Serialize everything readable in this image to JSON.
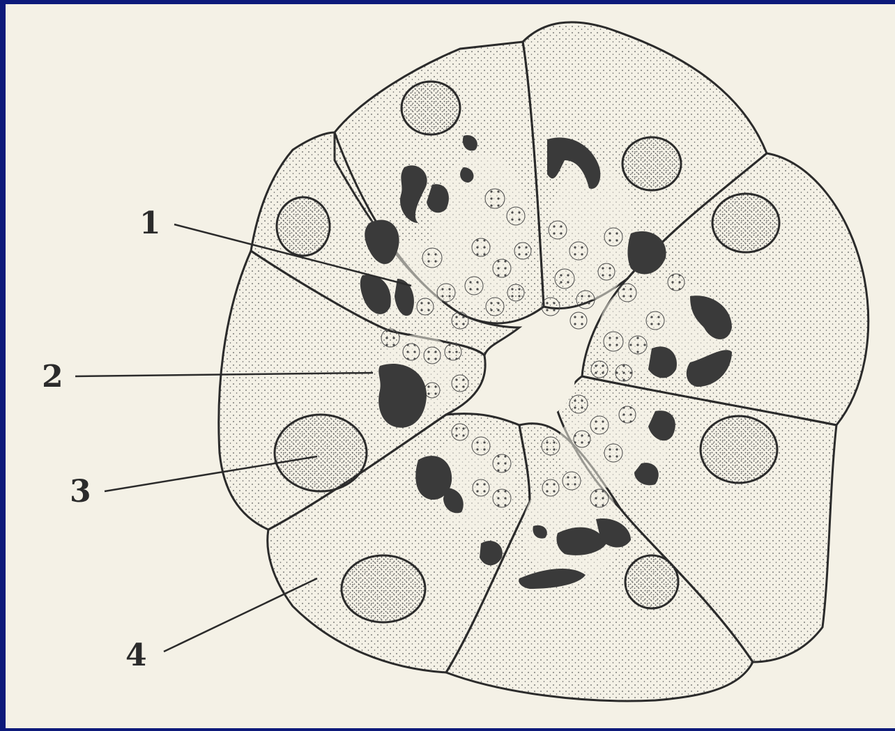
{
  "labels": [
    {
      "id": "1",
      "text": "1"
    },
    {
      "id": "2",
      "text": "2"
    },
    {
      "id": "3",
      "text": "3"
    },
    {
      "id": "4",
      "text": "4"
    }
  ],
  "colors": {
    "frame": "#0d1a7a",
    "paper": "#f4f1e6",
    "ink": "#2b2b2b",
    "stipple": "#5a5a5a"
  }
}
